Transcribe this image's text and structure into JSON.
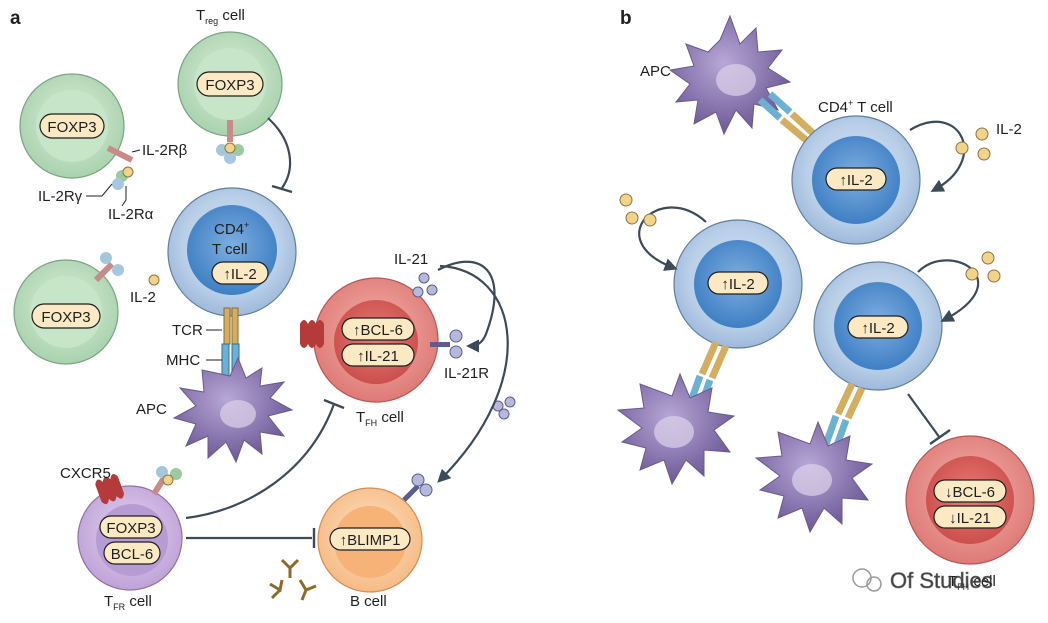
{
  "panel_a": {
    "label": "a",
    "treg_top": {
      "name_main": "T",
      "name_sub": "reg",
      "name_suffix": " cell",
      "marker": "FOXP3"
    },
    "treg_left_top": {
      "marker": "FOXP3"
    },
    "treg_left_bottom": {
      "marker": "FOXP3"
    },
    "receptor_labels": {
      "il2rb": "IL-2Rβ",
      "il2rg": "IL-2Rγ",
      "il2ra": "IL-2Rα"
    },
    "cytokine_il2": "IL-2",
    "cd4_cell": {
      "line1": "CD4",
      "line1_sup": "+",
      "line2": "T cell",
      "marker": "↑IL-2"
    },
    "tcr": "TCR",
    "mhc": "MHC",
    "apc": "APC",
    "tfh_cell": {
      "il21": "IL-21",
      "il21r": "IL-21R",
      "marker1": "↑BCL-6",
      "marker2": "↑IL-21",
      "name_main": "T",
      "name_sub": "FH",
      "name_suffix": " cell"
    },
    "tfr_cell": {
      "cxcr5": "CXCR5",
      "marker1": "FOXP3",
      "marker2": "BCL-6",
      "name_main": "T",
      "name_sub": "FR",
      "name_suffix": " cell"
    },
    "b_cell": {
      "marker": "↑BLIMP1",
      "name": "B cell"
    }
  },
  "panel_b": {
    "label": "b",
    "apc": "APC",
    "cd4_label": "CD4",
    "cd4_sup": "+",
    "cd4_suffix": " T cell",
    "il2": "IL-2",
    "cell_marker": "↑IL-2",
    "tfh_marker1": "↓BCL-6",
    "tfh_marker2": "↓IL-21",
    "tfh_name_main": "T",
    "tfh_name_sub": "FH",
    "tfh_name_suffix": " cell"
  },
  "watermark": "Of Studies",
  "colors": {
    "t_cell_blue": "#a9c3e3",
    "treg_green": "#b9dbb9",
    "tfh_red": "#e48a86",
    "tfr_purple": "#c8afdf",
    "b_cell_orange": "#f7c79c",
    "apc_purple": "#7f6aa8",
    "marker_pill": "#fbe9c4",
    "arrow": "#3d4a57"
  }
}
